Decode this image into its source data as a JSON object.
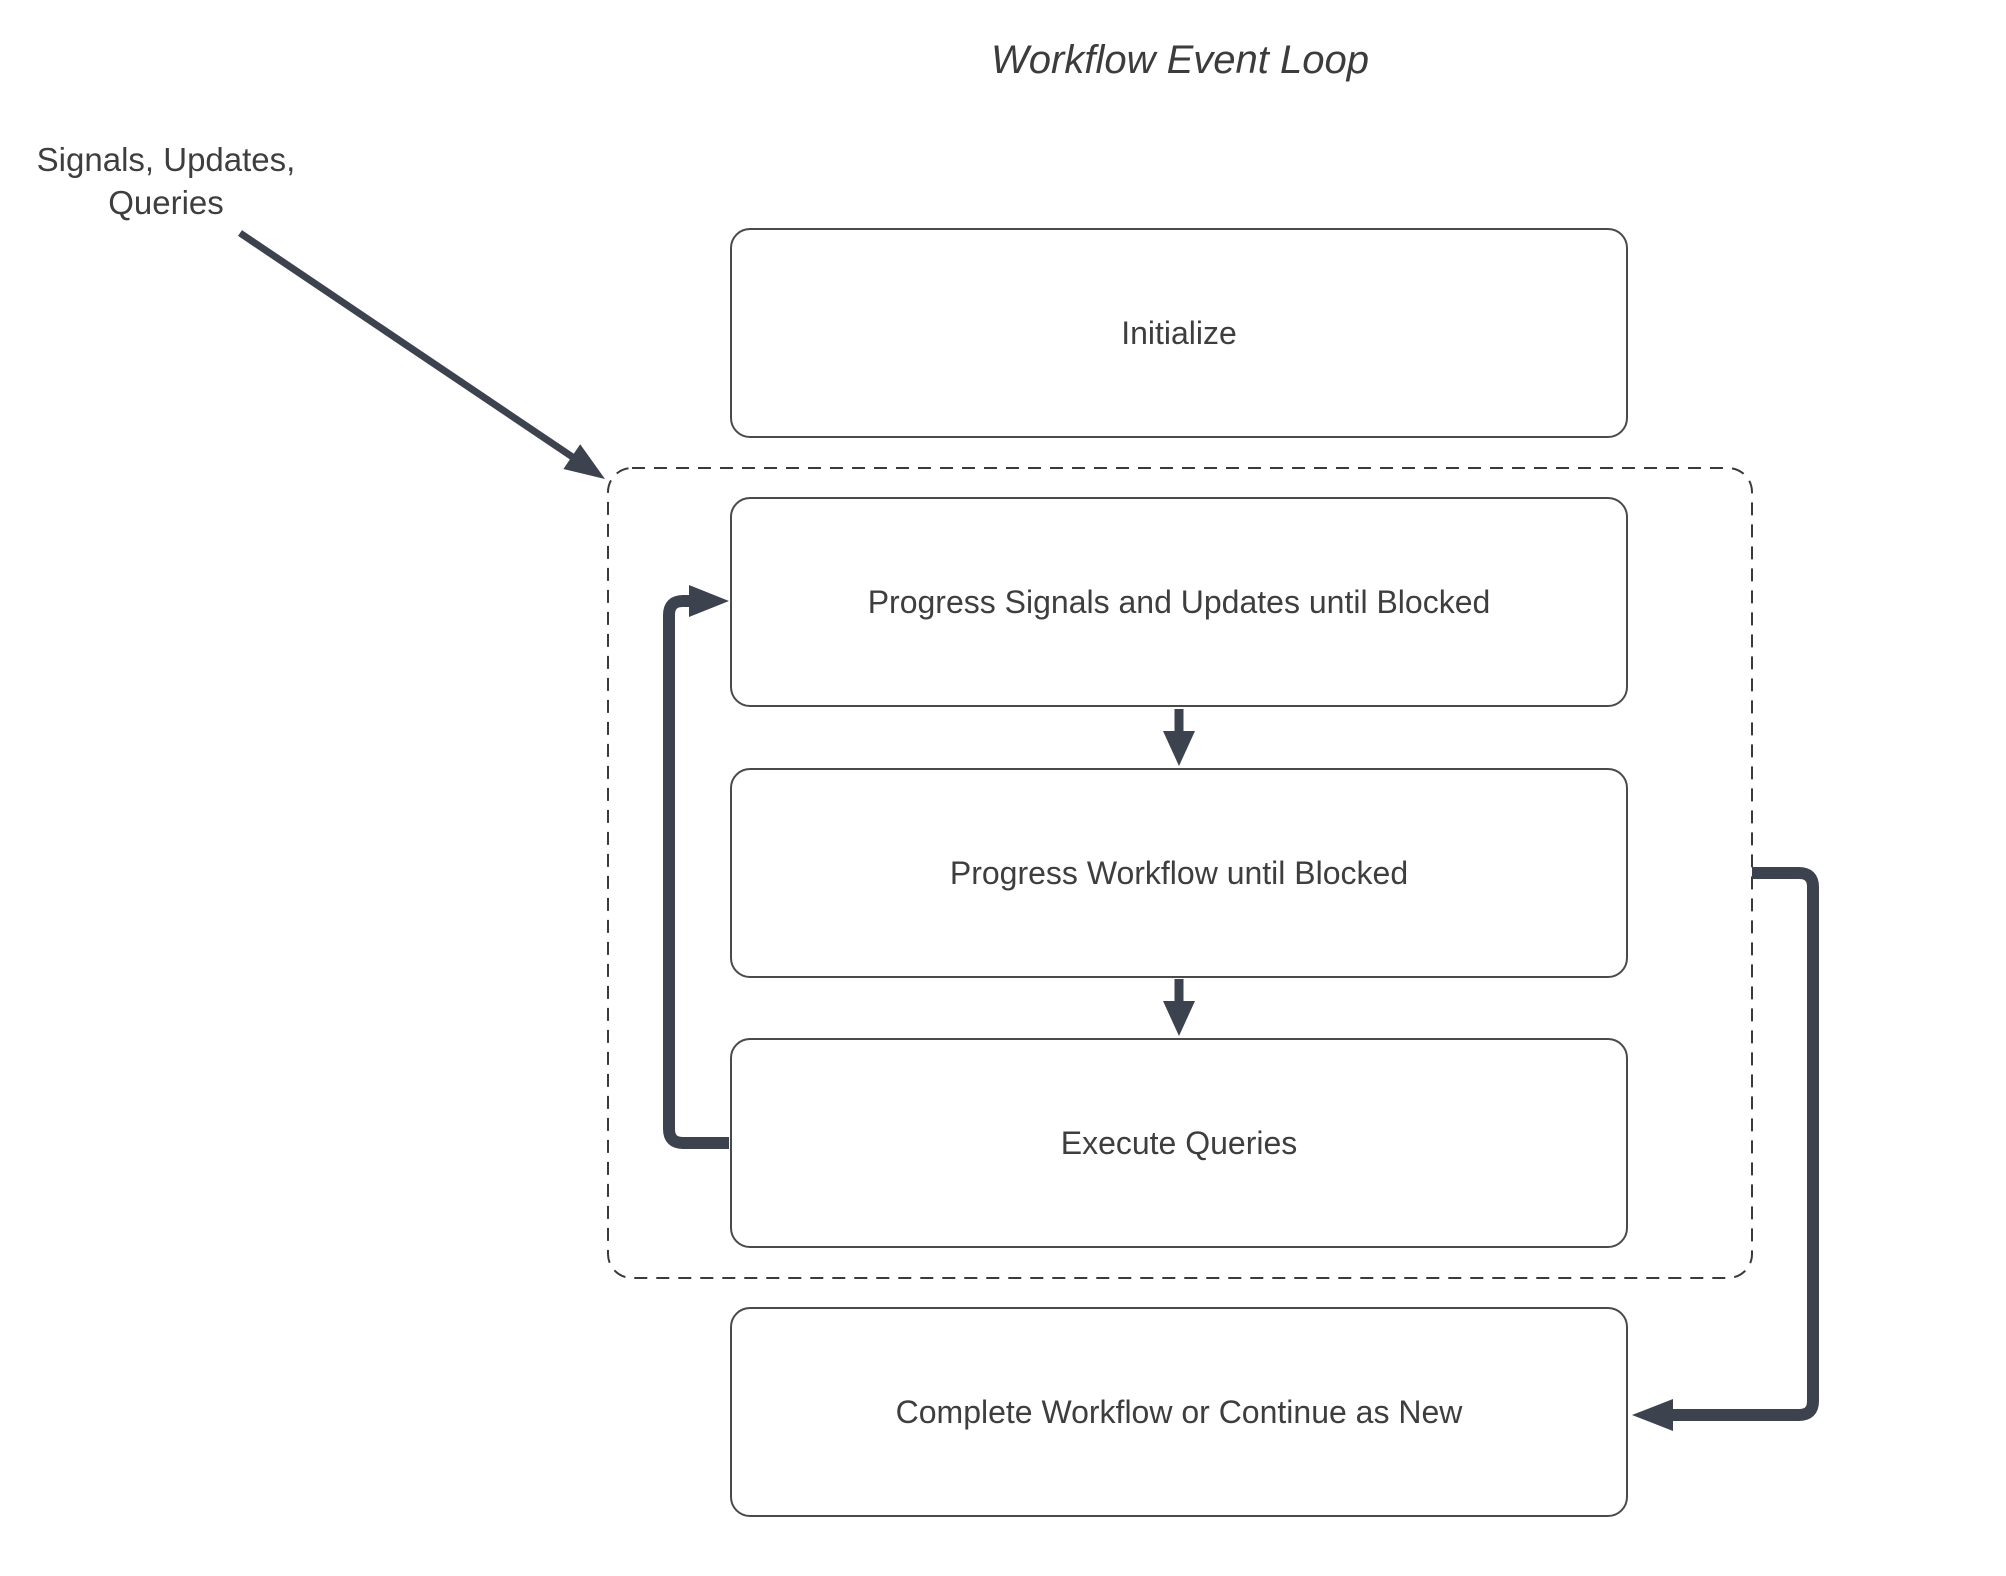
{
  "title": "Workflow Event Loop",
  "external_input": {
    "line1": "Signals, Updates,",
    "line2": "Queries"
  },
  "nodes": {
    "initialize": {
      "label": "Initialize"
    },
    "progress_signals": {
      "label": "Progress Signals and Updates until Blocked"
    },
    "progress_workflow": {
      "label": "Progress Workflow until Blocked"
    },
    "execute_queries": {
      "label": "Execute Queries"
    },
    "complete_workflow": {
      "label": "Complete Workflow or Continue as New"
    }
  },
  "container": {
    "id": "event-loop",
    "style": "dashed-rounded-rect",
    "contains": [
      "progress_signals",
      "progress_workflow",
      "execute_queries"
    ]
  },
  "edges": [
    {
      "from": "external_input",
      "to": "event-loop",
      "style": "thin-arrow"
    },
    {
      "from": "progress_signals",
      "to": "progress_workflow",
      "style": "block-arrow-down"
    },
    {
      "from": "progress_workflow",
      "to": "execute_queries",
      "style": "block-arrow-down"
    },
    {
      "from": "execute_queries",
      "to": "progress_signals",
      "style": "thick-elbow-arrow",
      "side": "left"
    },
    {
      "from": "event-loop",
      "to": "complete_workflow",
      "style": "thick-elbow-arrow",
      "side": "right"
    }
  ],
  "colors": {
    "background": "#ffffff",
    "arrow": "#3c424e",
    "node_border": "#4a4a4a",
    "dashed_border": "#3a3a3a",
    "text": "#3e3e3e"
  }
}
